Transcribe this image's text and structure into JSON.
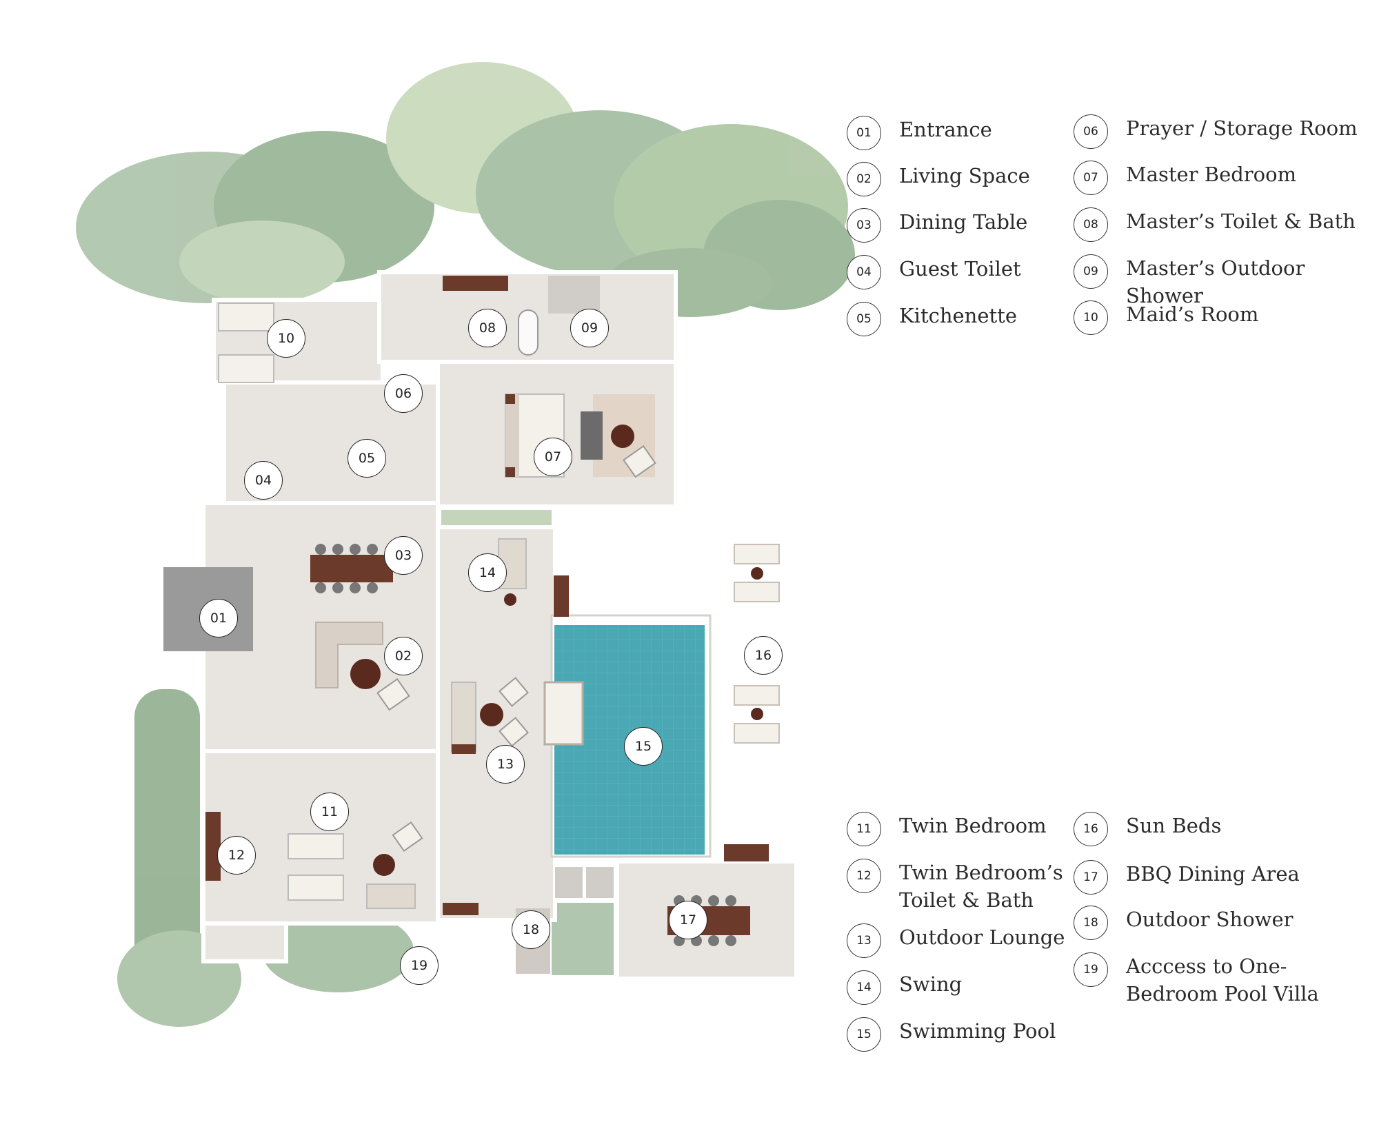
{
  "colors": {
    "floor": "#e8e4df",
    "wall": "#ffffff",
    "pool": "#4aa8b4",
    "wood": "#6b3a2a",
    "foliage": "#9cb89a",
    "foliage_dark": "#6f8f6e"
  },
  "markers": [
    {
      "num": "01"
    },
    {
      "num": "02"
    },
    {
      "num": "03"
    },
    {
      "num": "04"
    },
    {
      "num": "05"
    },
    {
      "num": "06"
    },
    {
      "num": "07"
    },
    {
      "num": "08"
    },
    {
      "num": "09"
    },
    {
      "num": "10"
    },
    {
      "num": "11"
    },
    {
      "num": "12"
    },
    {
      "num": "13"
    },
    {
      "num": "14"
    },
    {
      "num": "15"
    },
    {
      "num": "16"
    },
    {
      "num": "17"
    },
    {
      "num": "18"
    },
    {
      "num": "19"
    }
  ],
  "legend": [
    {
      "num": "01",
      "label": "Entrance"
    },
    {
      "num": "02",
      "label": "Living Space"
    },
    {
      "num": "03",
      "label": "Dining Table"
    },
    {
      "num": "04",
      "label": "Guest Toilet"
    },
    {
      "num": "05",
      "label": "Kitchenette"
    },
    {
      "num": "06",
      "label": "Prayer / Storage Room"
    },
    {
      "num": "07",
      "label": "Master Bedroom"
    },
    {
      "num": "08",
      "label": "Master’s Toilet & Bath"
    },
    {
      "num": "09",
      "label": "Master’s Outdoor Shower"
    },
    {
      "num": "10",
      "label": "Maid’s Room"
    },
    {
      "num": "11",
      "label": "Twin Bedroom"
    },
    {
      "num": "12",
      "label": "Twin Bedroom’s\nToilet & Bath"
    },
    {
      "num": "13",
      "label": "Outdoor Lounge"
    },
    {
      "num": "14",
      "label": "Swing"
    },
    {
      "num": "15",
      "label": "Swimming Pool"
    },
    {
      "num": "16",
      "label": "Sun Beds"
    },
    {
      "num": "17",
      "label": "BBQ Dining Area"
    },
    {
      "num": "18",
      "label": "Outdoor Shower"
    },
    {
      "num": "19",
      "label": "Acccess to One-\nBedroom Pool Villa"
    }
  ]
}
